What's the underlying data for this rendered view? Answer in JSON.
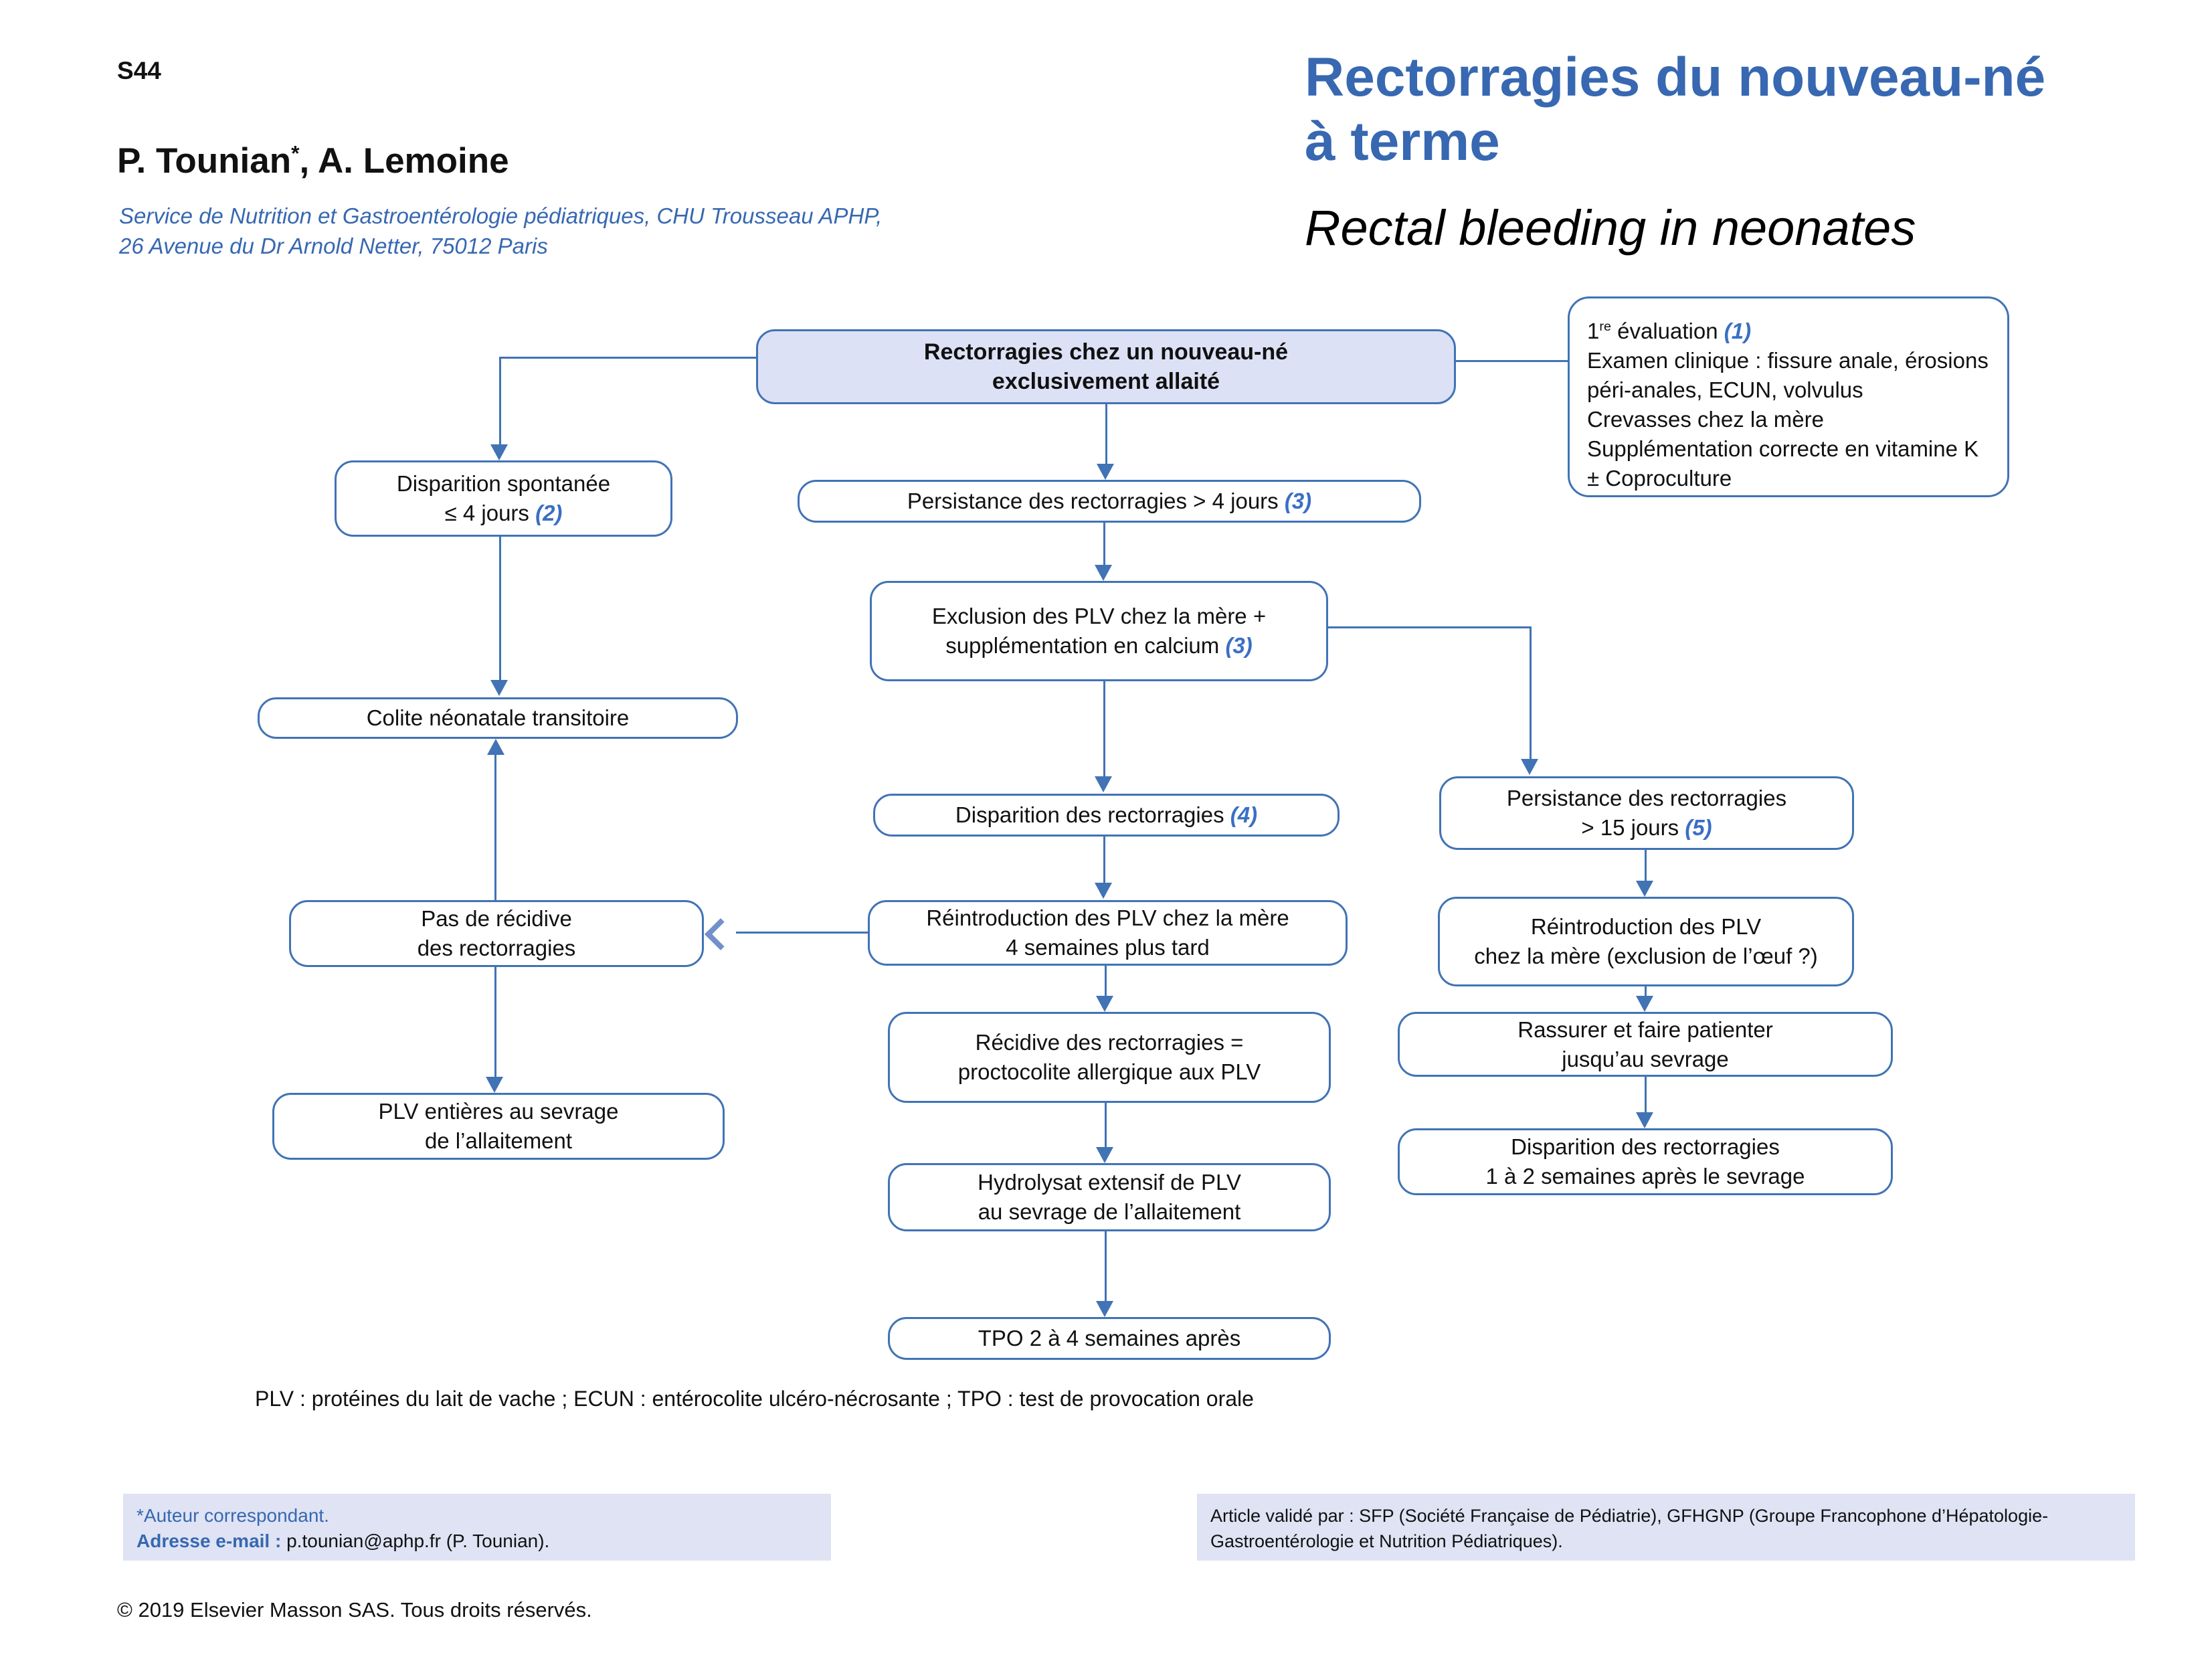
{
  "page": {
    "label": "S44",
    "copyright": "© 2019 Elsevier Masson SAS. Tous droits réservés."
  },
  "header": {
    "authors_main": "P. Tounian",
    "authors_sup": "*",
    "authors_rest": ", A. Lemoine",
    "affiliation_line1": "Service de Nutrition et Gastroentérologie pédiatriques, CHU Trousseau APHP,",
    "affiliation_line2": "26 Avenue du Dr Arnold Netter, 75012 Paris",
    "title_fr_line1": "Rectorragies du nouveau-né",
    "title_fr_line2": "à terme",
    "title_en": "Rectal bleeding in neonates"
  },
  "colors": {
    "accent_blue": "#4173b5",
    "title_blue": "#3768b1",
    "ref_blue": "#3a6fc4",
    "box_fill": "#dce1f5",
    "footer_bg": "#dfe3f4",
    "chevron_blue": "#7091c9"
  },
  "flowchart": {
    "nodes": {
      "start": {
        "line1": "Rectorragies chez un nouveau-né",
        "line2": "exclusivement allaité"
      },
      "evaluation": {
        "l1_pre": "1",
        "l1_sup": "re",
        "l1_mid": " évaluation ",
        "l1_ref": "(1)",
        "l2": "Examen clinique : fissure anale, érosions",
        "l3": "péri-anales, ECUN, volvulus",
        "l4": "Crevasses chez la mère",
        "l5": "Supplémentation correcte en vitamine K",
        "l6": "± Coproculture"
      },
      "disparition_spontanee": {
        "line1": "Disparition spontanée",
        "line2": "≤ 4 jours ",
        "ref": "(2)"
      },
      "persistance_4j": {
        "line1": "Persistance des rectorragies > 4 jours ",
        "ref": "(3)"
      },
      "exclusion_plv": {
        "line1": "Exclusion des PLV chez la mère +",
        "line2": "supplémentation en calcium ",
        "ref": "(3)"
      },
      "colite": {
        "line1": "Colite néonatale transitoire"
      },
      "disparition_rectorragies": {
        "line1": "Disparition des rectorragies ",
        "ref": "(4)"
      },
      "persistance_15j": {
        "line1": "Persistance des rectorragies",
        "line2": "> 15 jours ",
        "ref": "(5)"
      },
      "pas_recidive": {
        "line1": "Pas de récidive",
        "line2": "des rectorragies"
      },
      "reintro_4sem": {
        "line1": "Réintroduction des PLV chez la mère",
        "line2": "4 semaines plus tard"
      },
      "reintro_oeuf": {
        "line1": "Réintroduction des PLV",
        "line2": "chez la mère (exclusion de l’œuf ?)"
      },
      "recidive": {
        "line1": "Récidive des rectorragies =",
        "line2": "proctocolite allergique aux PLV"
      },
      "rassurer": {
        "line1": "Rassurer et faire patienter",
        "line2": "jusqu’au sevrage"
      },
      "plv_entieres": {
        "line1": "PLV entières au sevrage",
        "line2": "de l’allaitement"
      },
      "disparition_sevrage": {
        "line1": "Disparition des rectorragies",
        "line2": "1 à 2 semaines après le sevrage"
      },
      "hydrolysat": {
        "line1": "Hydrolysat extensif de PLV",
        "line2": "au sevrage de l’allaitement"
      },
      "tpo": {
        "line1": "TPO 2 à 4 semaines après"
      }
    },
    "legend": "PLV : protéines du lait de vache ; ECUN : entérocolite ulcéro-nécrosante ; TPO : test de provocation orale"
  },
  "footer": {
    "correspondent_note": "*Auteur correspondant.",
    "email_label": "Adresse e-mail : ",
    "email_value": "p.tounian@aphp.fr (P. Tounian).",
    "validation_line1": "Article validé par : SFP (Société Française de Pédiatrie), GFHGNP (Groupe Francophone d’Hépatologie-",
    "validation_line2": "Gastroentérologie et Nutrition Pédiatriques)."
  }
}
